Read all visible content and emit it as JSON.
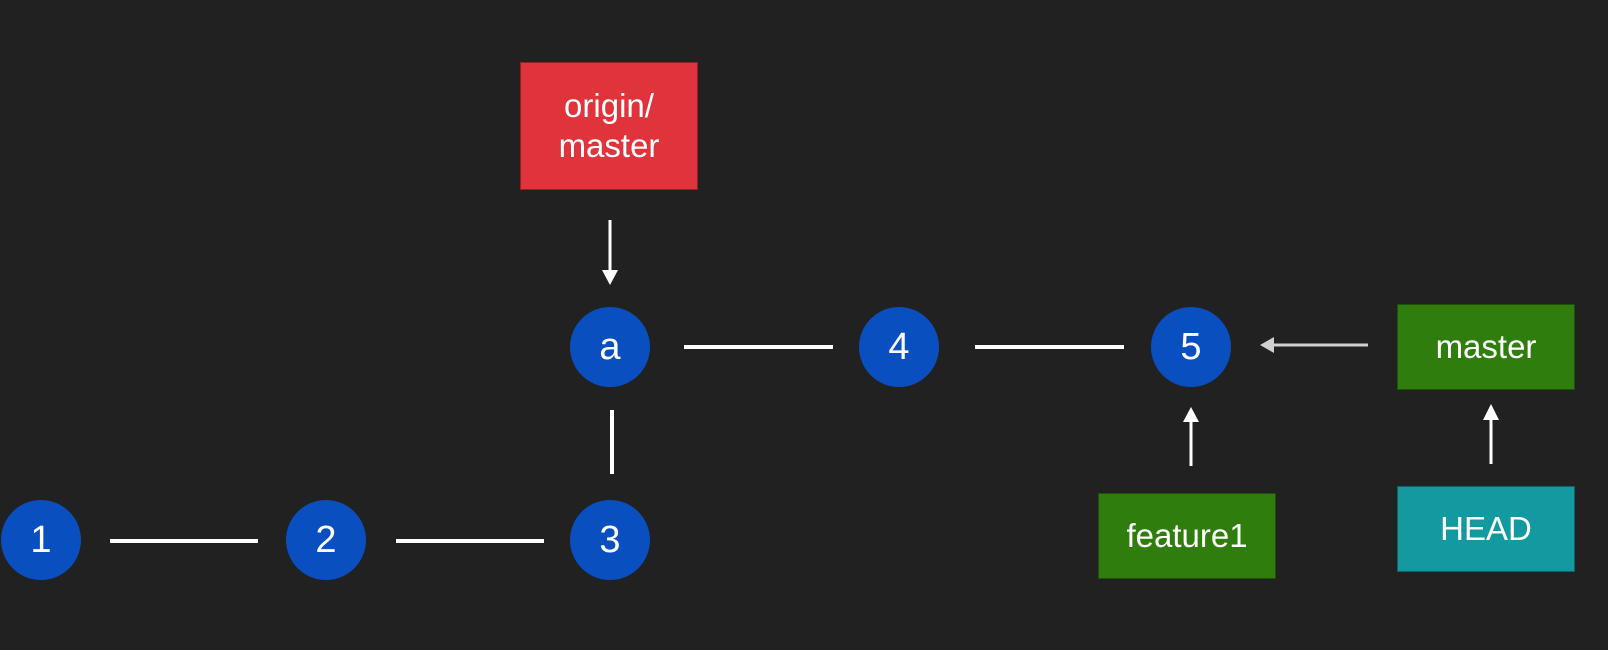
{
  "commits": [
    {
      "id": "c1",
      "label": "1"
    },
    {
      "id": "c2",
      "label": "2"
    },
    {
      "id": "c3",
      "label": "3"
    },
    {
      "id": "ca",
      "label": "a"
    },
    {
      "id": "c4",
      "label": "4"
    },
    {
      "id": "c5",
      "label": "5"
    }
  ],
  "refs": {
    "origin_master": {
      "line1": "origin/",
      "line2": "master"
    },
    "master": "master",
    "feature1": "feature1",
    "head": "HEAD"
  },
  "colors": {
    "background": "#212121",
    "commit": "#0a4fc0",
    "origin_master": "#e0343c",
    "branch": "#2f7d0c",
    "head": "#139aa0",
    "edge": "#ffffff",
    "arrow_muted": "#d0d0d0"
  }
}
